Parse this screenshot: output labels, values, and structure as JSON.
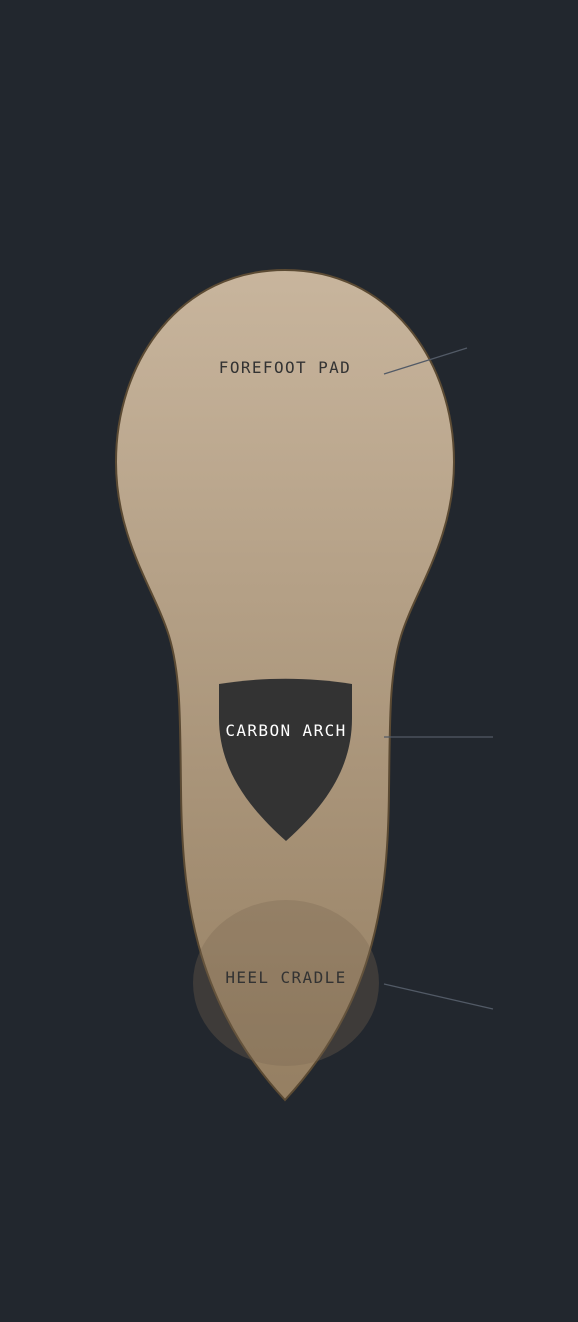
{
  "diagram": {
    "zones": [
      {
        "id": "forefoot",
        "label": "FOREFOOT PAD"
      },
      {
        "id": "arch",
        "label": "CARBON ARCH"
      },
      {
        "id": "heel",
        "label": "HEEL CRADLE"
      }
    ]
  },
  "colors": {
    "background": "#22272e",
    "sole_top": "#c8b59d",
    "sole_bottom": "#957f62",
    "sole_outline": "#5b4a33",
    "arch_plate": "#333333",
    "heel_cradle": "#7a6850",
    "label_dark": "#333333",
    "label_light": "#ffffff",
    "leader_line": "#525a66"
  }
}
